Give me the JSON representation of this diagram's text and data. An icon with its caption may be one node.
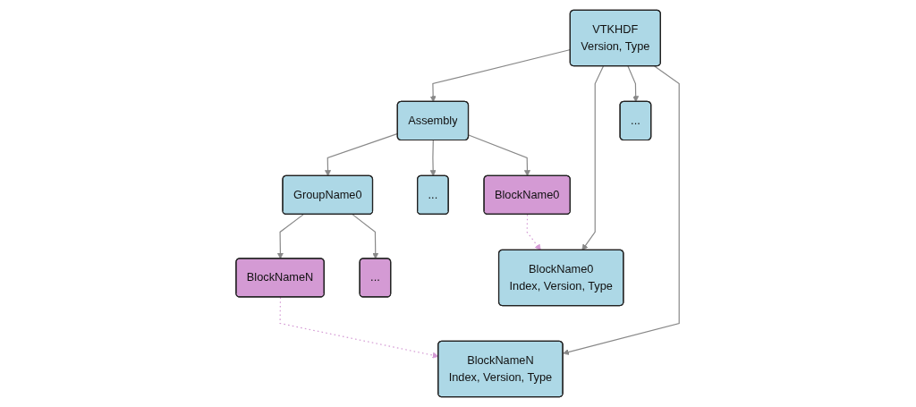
{
  "diagram": {
    "nodes": [
      {
        "text": [
          "VTKHDF",
          "Version, Type"
        ]
      },
      {
        "text": [
          "Assembly"
        ]
      },
      {
        "text": [
          "BlockName0",
          "Index, Version, Type"
        ]
      },
      {
        "text": [
          "..."
        ]
      },
      {
        "text": [
          "BlockNameN",
          "Index, Version, Type"
        ]
      },
      {
        "text": [
          "GroupName0"
        ]
      },
      {
        "text": [
          "..."
        ]
      },
      {
        "text": [
          "BlockName0"
        ]
      },
      {
        "text": [
          "BlockNameN"
        ]
      },
      {
        "text": [
          "..."
        ]
      }
    ],
    "edges": [
      {
        "from": 0,
        "to": 1,
        "arrow": "to"
      },
      {
        "from": 0,
        "to": 2,
        "arrow": "to"
      },
      {
        "from": 0,
        "to": 3,
        "arrow": "to"
      },
      {
        "from": 0,
        "to": 4,
        "arrow": "to"
      },
      {
        "from": 1,
        "to": 5,
        "arrow": "to"
      },
      {
        "from": 1,
        "to": 6,
        "arrow": "to"
      },
      {
        "from": 1,
        "to": 7,
        "arrow": "to"
      },
      {
        "from": 5,
        "to": 8,
        "arrow": "to"
      },
      {
        "from": 5,
        "to": 9,
        "arrow": "to"
      },
      {
        "from": 7,
        "to": 2,
        "arrow": "to",
        "style": "dashed",
        "color": "#d49ad4"
      },
      {
        "from": 8,
        "to": 4,
        "arrow": "to",
        "style": "dashed",
        "color": "#d49ad4"
      }
    ]
  }
}
